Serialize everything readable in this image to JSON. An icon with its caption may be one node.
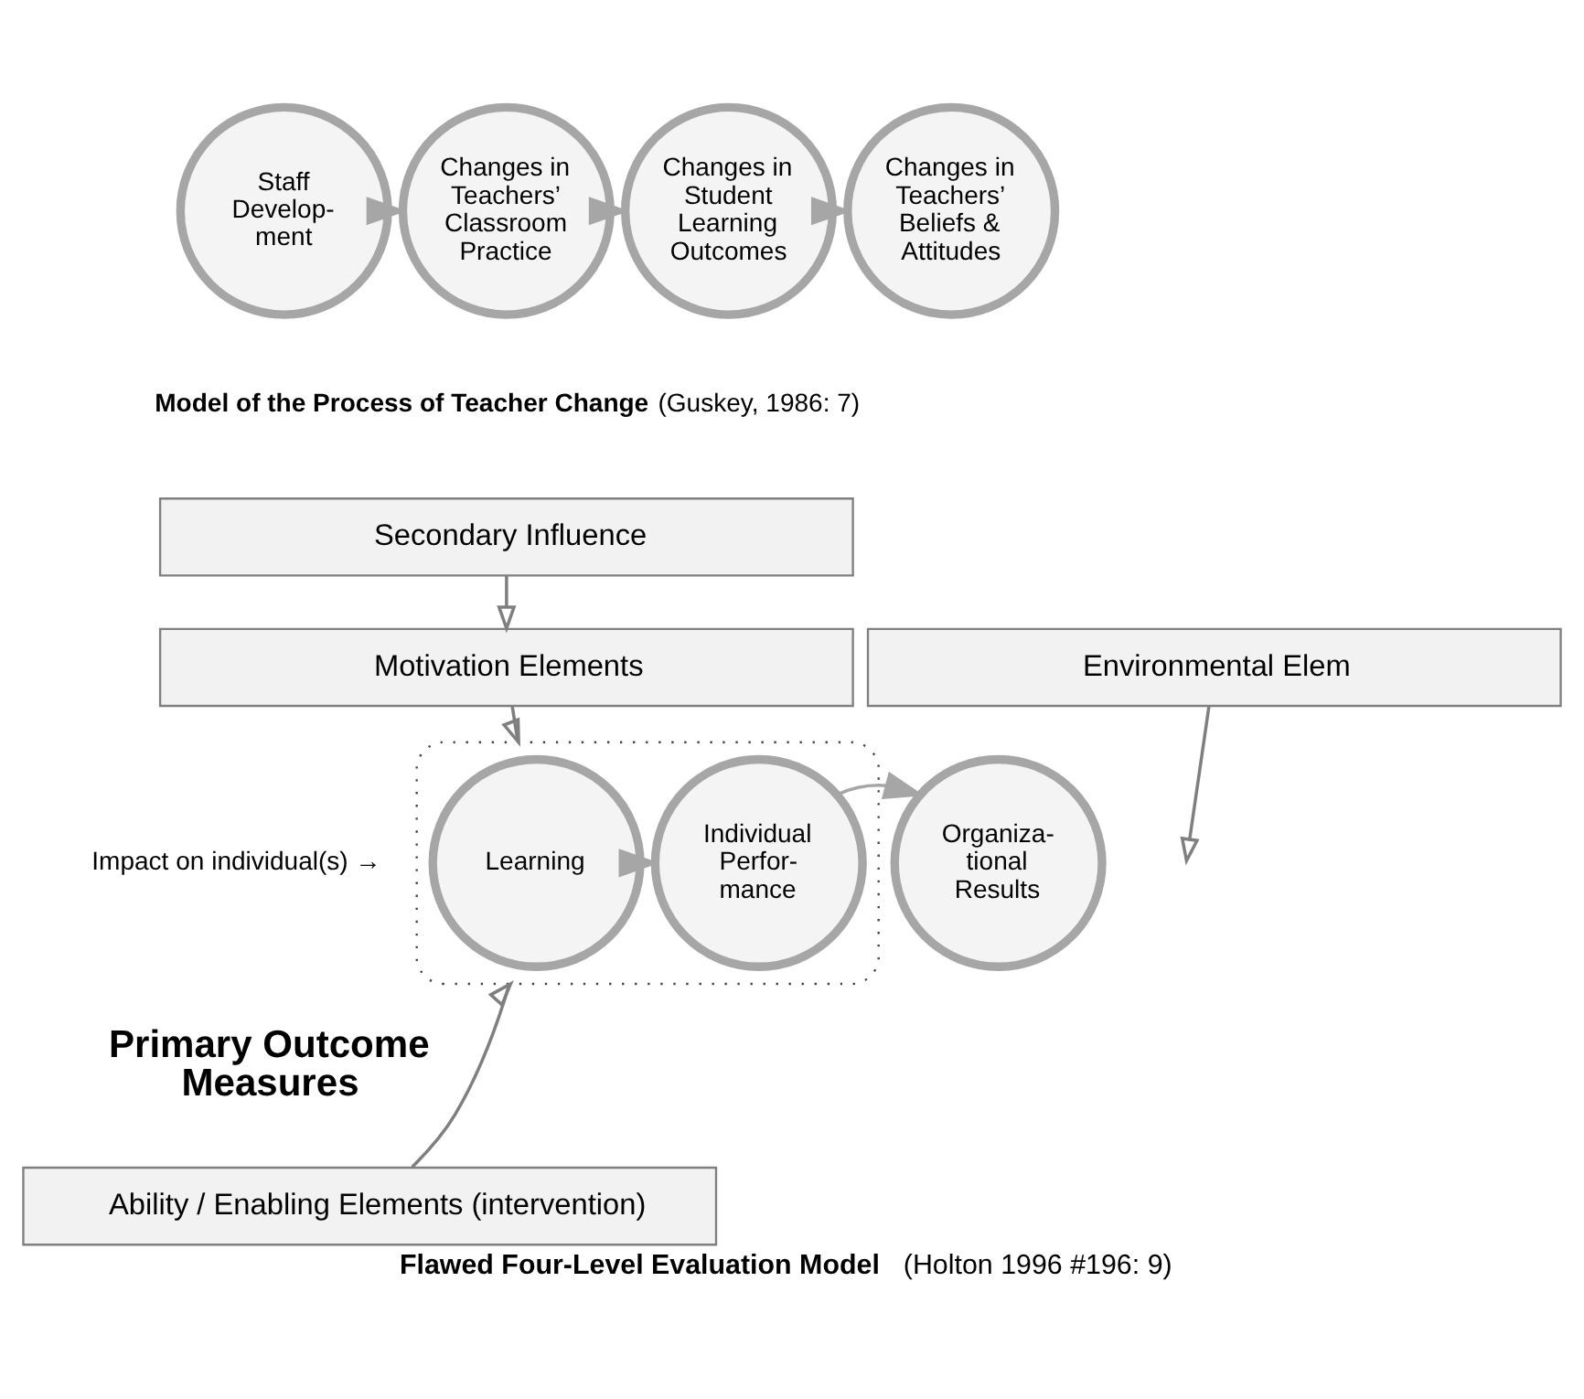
{
  "diagram": {
    "caption": "**Flawed Four-Level Evaluation Model** (Holton 1996 #196: 9)",
    "nodes": [
      {
        "text": [
          "Staff Develop- ment"
        ]
      },
      {
        "text": [
          "Changes in Teachers’ Classroom Practice"
        ]
      },
      {
        "text": [
          "Changes in Student Learning Outcomes"
        ]
      },
      {
        "text": [
          "Changes in Teachers’ Beliefs & Attitudes"
        ]
      },
      {
        "text": [
          "Secondary Influence"
        ]
      },
      {
        "text": [
          "Motivation Elements"
        ]
      },
      {
        "text": [
          "Environmental Elem"
        ]
      },
      {
        "text": [],
        "shape": "box"
      },
      {
        "text": [
          "Learning"
        ],
        "in": 7
      },
      {
        "text": [
          "Individual Perfor- mance"
        ],
        "in": 7
      },
      {
        "text": [
          "Organiza- tional Results"
        ]
      },
      {
        "text": [
          "Ability / Enabling Elements (intervention)"
        ]
      }
    ],
    "edges": [
      {
        "from": 0,
        "to": 1,
        "arrow": "to"
      },
      {
        "from": 1,
        "to": 2,
        "arrow": "to"
      },
      {
        "from": 2,
        "to": 3,
        "arrow": "to"
      },
      {
        "from": 4,
        "to": 5,
        "arrow": "to"
      },
      {
        "from": 5,
        "to": 7,
        "arrow": "to"
      },
      {
        "from": 6,
        "to": null,
        "arrow": "to"
      },
      {
        "from": 8,
        "to": 9,
        "arrow": "to"
      },
      {
        "from": 9,
        "to": 10,
        "arrow": "to"
      },
      {
        "from": 11,
        "to": 7,
        "arrow": "to"
      }
    ],
    "labels": [
      "**Model of the Process of Teacher Change** (Guskey, 1986: 7)",
      "Impact on individual(s) →",
      "Primary Outcome Measures"
    ]
  }
}
